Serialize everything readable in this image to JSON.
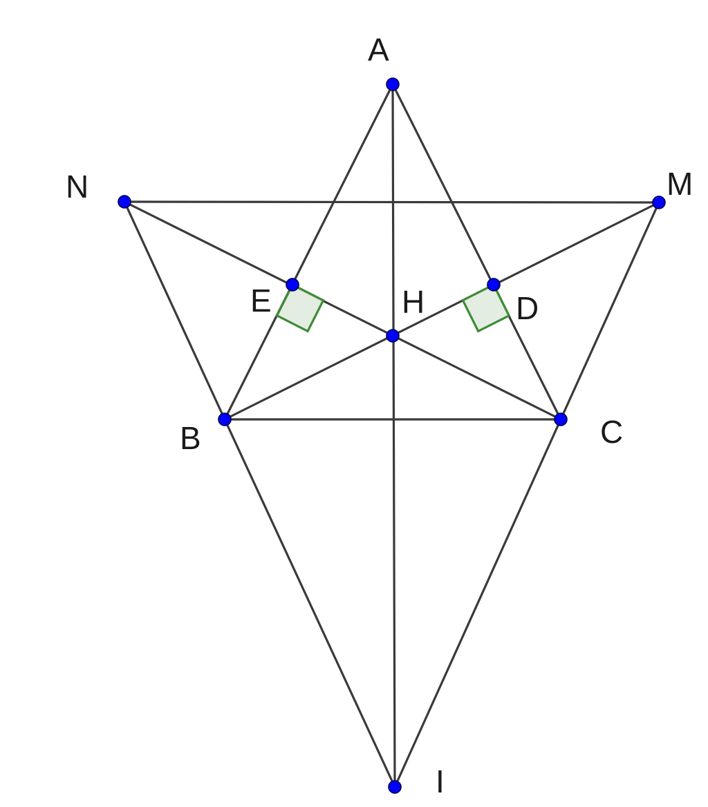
{
  "points": [
    {
      "id": "A",
      "label": "A"
    },
    {
      "id": "N",
      "label": "N"
    },
    {
      "id": "M",
      "label": "M"
    },
    {
      "id": "E",
      "label": "E"
    },
    {
      "id": "D",
      "label": "D"
    },
    {
      "id": "H",
      "label": "H"
    },
    {
      "id": "B",
      "label": "B"
    },
    {
      "id": "C",
      "label": "C"
    },
    {
      "id": "I",
      "label": "I"
    }
  ],
  "segments": [
    [
      "A",
      "B"
    ],
    [
      "A",
      "C"
    ],
    [
      "A",
      "I"
    ],
    [
      "N",
      "M"
    ],
    [
      "N",
      "B"
    ],
    [
      "M",
      "C"
    ],
    [
      "N",
      "C"
    ],
    [
      "M",
      "B"
    ],
    [
      "B",
      "C"
    ],
    [
      "B",
      "I"
    ],
    [
      "C",
      "I"
    ]
  ],
  "right_angles": [
    "E",
    "D"
  ],
  "colors": {
    "point_fill": "#0000ff",
    "line": "#3a3a3a",
    "right_angle_stroke": "#3d8b37",
    "right_angle_fill": "#dfeadc"
  }
}
